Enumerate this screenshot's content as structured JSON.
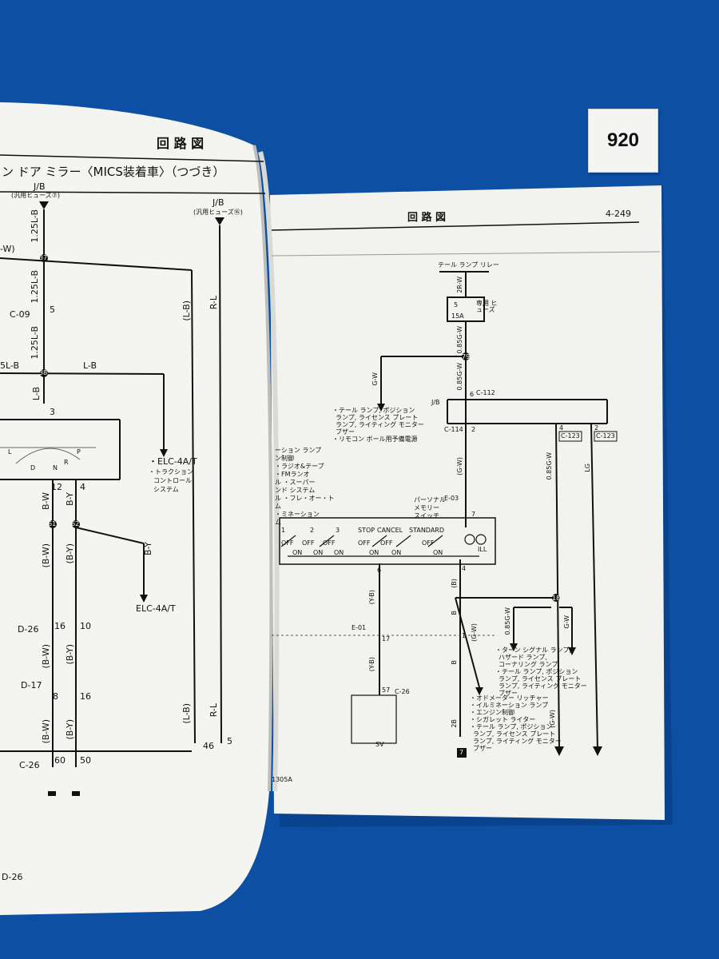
{
  "tag": {
    "number": "920"
  },
  "left_page": {
    "header": "回 路 図",
    "subtitle": "ン ドア ミラー〈MICS装着車〉（つづき）",
    "jb_label_1": "J/B",
    "fuse_label_1": "(汎用ヒューズ⑦)",
    "jb_label_2": "J/B",
    "fuse_label_2": "(汎用ヒューズ⑯)",
    "wire_labels": [
      "1.25L-B",
      "1.25L-B",
      "1.25L-B",
      "5L-B",
      "L-B",
      "(L-B)",
      "R-L",
      "L-B",
      "B-W",
      "B-Y",
      "(B-W)",
      "(B-Y)",
      "(B-W)",
      "(B-Y)",
      "(B-W)",
      "(B-Y)",
      "(L-B)",
      "R-L",
      "B-Y",
      "-W)"
    ],
    "connectors": [
      "C-09",
      "D-26",
      "D-17",
      "C-26",
      "D-26"
    ],
    "pins": [
      "5",
      "3",
      "12",
      "4",
      "16",
      "10",
      "8",
      "16",
      "60",
      "50",
      "46",
      "5"
    ],
    "nodes": [
      "37",
      "38",
      "61",
      "62"
    ],
    "switch_pins": [
      "L",
      "D",
      "N",
      "R",
      "P"
    ],
    "elc_block": [
      "・ELC-4A/T",
      "・トラクション",
      "コントロール",
      "システム"
    ],
    "elc_label": "ELC-4A/T"
  },
  "right_page": {
    "header": "回 路 図",
    "page_number": "4-249",
    "relay_label": "テール ランプ リレー",
    "fuse_label": "専用 ヒューズ",
    "fuse_rating": "15A",
    "fuse_number": "5",
    "jb_label": "J/B",
    "connectors": [
      "C-112",
      "C-114",
      "E-03",
      "E-01",
      "C-26",
      "C-123",
      "C-123"
    ],
    "wire_labels": [
      "2R-W",
      "0.85G-W",
      "0.85G-W",
      "G-W",
      "(G-W)",
      "(B)",
      "B",
      "B",
      "2B",
      "0.85G-W",
      "LG",
      "0.85G-W",
      "G-W",
      "(G-W)",
      "(Y-B)",
      "(Y-B)",
      "(G-W)"
    ],
    "pins": [
      "6",
      "2",
      "4",
      "2",
      "7",
      "6",
      "4",
      "17",
      "1",
      "57"
    ],
    "nodes": [
      "79",
      "18"
    ],
    "switch_title": [
      "パーソナル",
      "メモリー",
      "スイッチ"
    ],
    "switch_positions": [
      "1",
      "2",
      "3",
      "STOP",
      "CANCEL",
      "STANDARD"
    ],
    "switch_states": [
      "OFF",
      "ON",
      "OFF",
      "ON",
      "OFF",
      "ON",
      "OFF",
      "ON",
      "OFF",
      "ON",
      "OFF",
      "ON"
    ],
    "ill_label": "ILL",
    "note_block_1": [
      "・テール ランプ, ポジション",
      "ランプ, ライセンス プレート",
      "ランプ, ライティング モニター",
      "ブザー",
      "・リモコン ボール用予備電源"
    ],
    "note_block_2": [
      "・ターン シグナル ランプ,",
      "ハザード ランプ,",
      "コーナリング ランプ",
      "・テール ランプ, ポジション",
      "ランプ, ライセンス プレート",
      "ランプ, ライティング モニター",
      "ブザー"
    ],
    "note_block_3": [
      "・オドメーター リッチャー",
      "・イルミネーション ランプ",
      "・エンジン制御",
      "・シガレット ライター",
      "・テール ランプ, ポジション",
      "ランプ, ライセンス プレート",
      "ランプ, ライティング モニター",
      "ブザー"
    ],
    "left_margin_notes": [
      "ーション ランプ",
      "ン制御",
      "・ラジオ&テープ",
      "・FMランオ",
      "ル ・スーパー",
      "ンド システム",
      "ル ・フレ・オー・ト",
      "ム",
      "・ミネーション",
      "ム"
    ],
    "sv_label": "SV",
    "ground_mark": "7",
    "footer_code": "1305A"
  },
  "colors": {
    "background": "#0d4fa3",
    "paper": "#f3f3f1",
    "ink": "#111111"
  }
}
